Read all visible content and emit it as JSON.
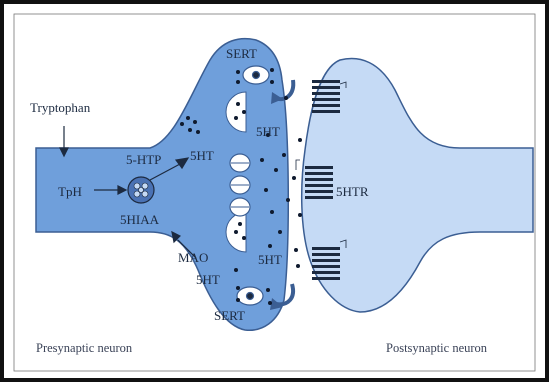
{
  "labels": {
    "tryptophan": "Tryptophan",
    "tph": "TpH",
    "five_htp": "5-HTP",
    "fivehiaa": "5HIAA",
    "mao": "MAO",
    "sert_top": "SERT",
    "sert_bottom": "SERT",
    "fiveht_vesicle": "5HT",
    "fiveht_cleft_top": "5HT",
    "fiveht_cleft_bottom": "5HT",
    "fiveht_lower": "5HT",
    "fivehtr": "5HTR",
    "presynaptic": "Presynaptic neuron",
    "postsynaptic": "Postsynaptic neuron"
  },
  "colors": {
    "presynaptic_fill": "#6f9fdb",
    "postsynaptic_fill": "#c5daf5",
    "outline": "#3b5e93",
    "frame_border": "#111111",
    "background": "#ffffff"
  }
}
